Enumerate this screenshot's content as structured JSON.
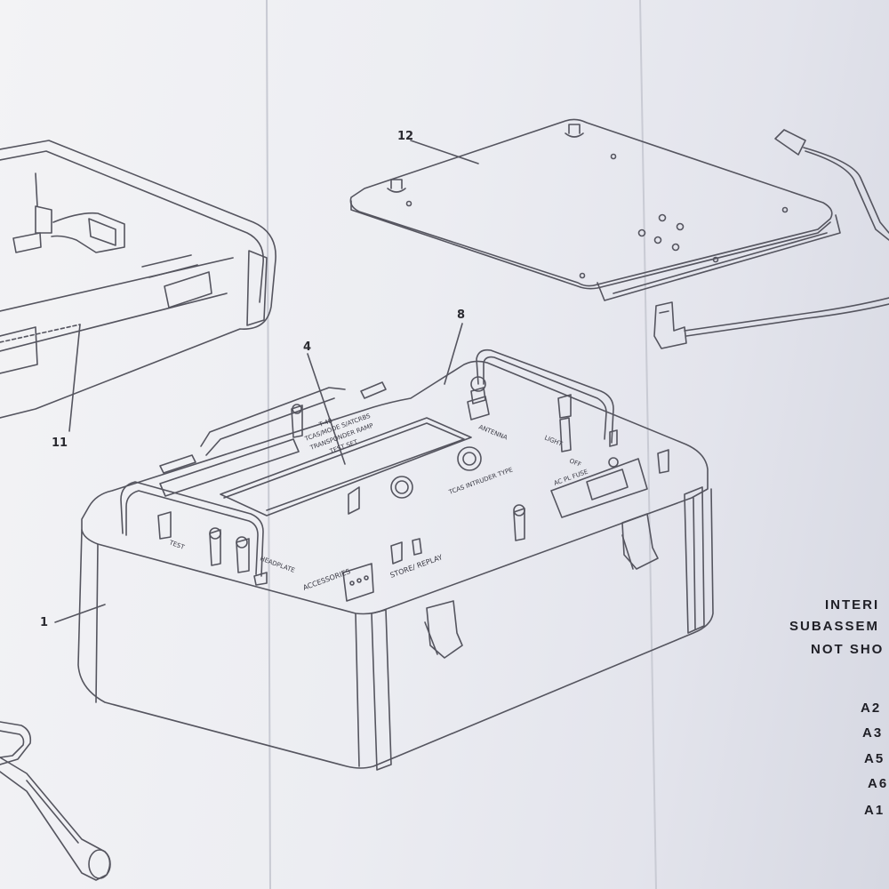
{
  "callouts": {
    "c12": "12",
    "c8": "8",
    "c4": "4",
    "c11": "11",
    "c1": "1"
  },
  "panel_labels": {
    "model": "T-48",
    "title_line1": "TCAS/MODE S/ATCRBS",
    "title_line2": "TRANSPONDER RAMP",
    "title_line3": "TEST SET",
    "antenna": "ANTENNA",
    "light": "LIGHT",
    "off": "OFF",
    "ac_fuse": "AC PL FUSE",
    "tcas_intruder": "TCAS INTRUDER TYPE",
    "accessories": "ACCESSORIES",
    "store_replay": "STORE/ REPLAY",
    "test": "TEST",
    "headplate": "HEADPLATE"
  },
  "side_note": {
    "line1": "INTERI",
    "line2": "SUBASSEM",
    "line3": "NOT SHO"
  },
  "assemblies": [
    "A2",
    "A3",
    "A5",
    "A6",
    "A1"
  ],
  "colors": {
    "paper": "#f0f0f3",
    "ink": "#4a4a55"
  }
}
